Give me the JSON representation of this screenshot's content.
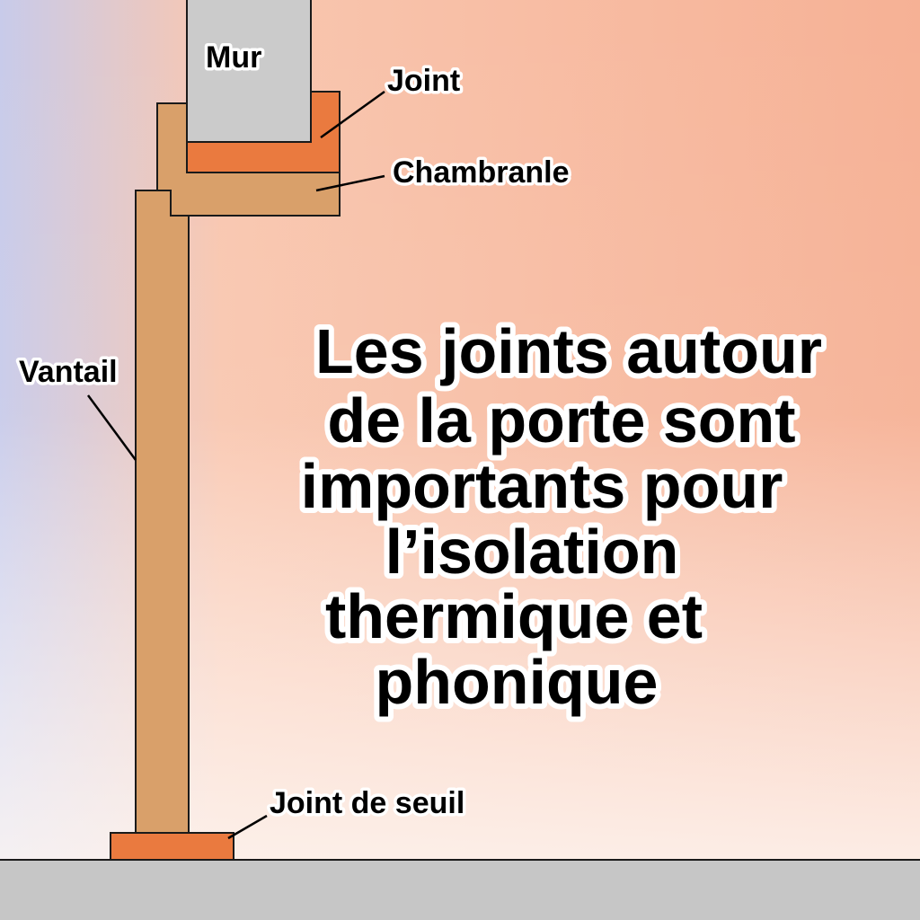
{
  "labels": {
    "mur": "Mur",
    "joint": "Joint",
    "chambranle": "Chambranle",
    "vantail": "Vantail",
    "joint_de_seuil": "Joint de seuil"
  },
  "headline": {
    "lines": [
      "Les joints autour",
      "de la porte sont",
      "importants pour",
      "l’isolation",
      "thermique et",
      "phonique"
    ]
  },
  "colors": {
    "background_left": "#c8cbea",
    "background_center": "#f9c7b0",
    "background_right": "#f6b195",
    "background_bottom": "#fdf6f2",
    "wall": "#cbcbcb",
    "wood": "#d9a06a",
    "seal": "#ea7a3f",
    "floor": "#c6c6c6"
  }
}
